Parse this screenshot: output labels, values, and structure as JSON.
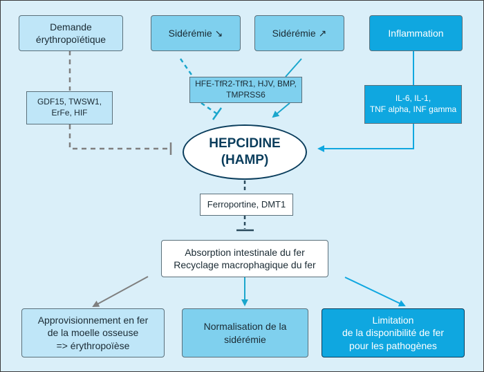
{
  "inputs": {
    "demande": "Demande\nérythropoïétique",
    "sideremie_low": "Sidérémie ↘",
    "sideremie_high": "Sidérémie ↗",
    "inflammation": "Inflammation"
  },
  "mediators": {
    "gdf15": "GDF15, TWSW1,\nErFe, HIF",
    "hfe": "HFE-TfR2-TfR1, HJV, BMP,\nTMPRSS6",
    "il6": "IL-6, IL-1,\nTNF alpha, INF gamma"
  },
  "center": {
    "hepcidine": "HEPCIDINE\n(HAMP)"
  },
  "ferroportine": "Ferroportine, DMT1",
  "absorption": "Absorption intestinale du fer\nRecyclage macrophagique du fer",
  "outcomes": {
    "approvisionnement": "Approvisionnement en fer\nde la moelle osseuse\n=> érythropoïèse",
    "normalisation": "Normalisation de la\nsidérémie",
    "limitation": "Limitation\nde la disponibilité de fer\npour les pathogènes"
  },
  "colors": {
    "gray": "#7f7f7f",
    "teal": "#1aa6cc",
    "blue": "#0fa7e0"
  }
}
